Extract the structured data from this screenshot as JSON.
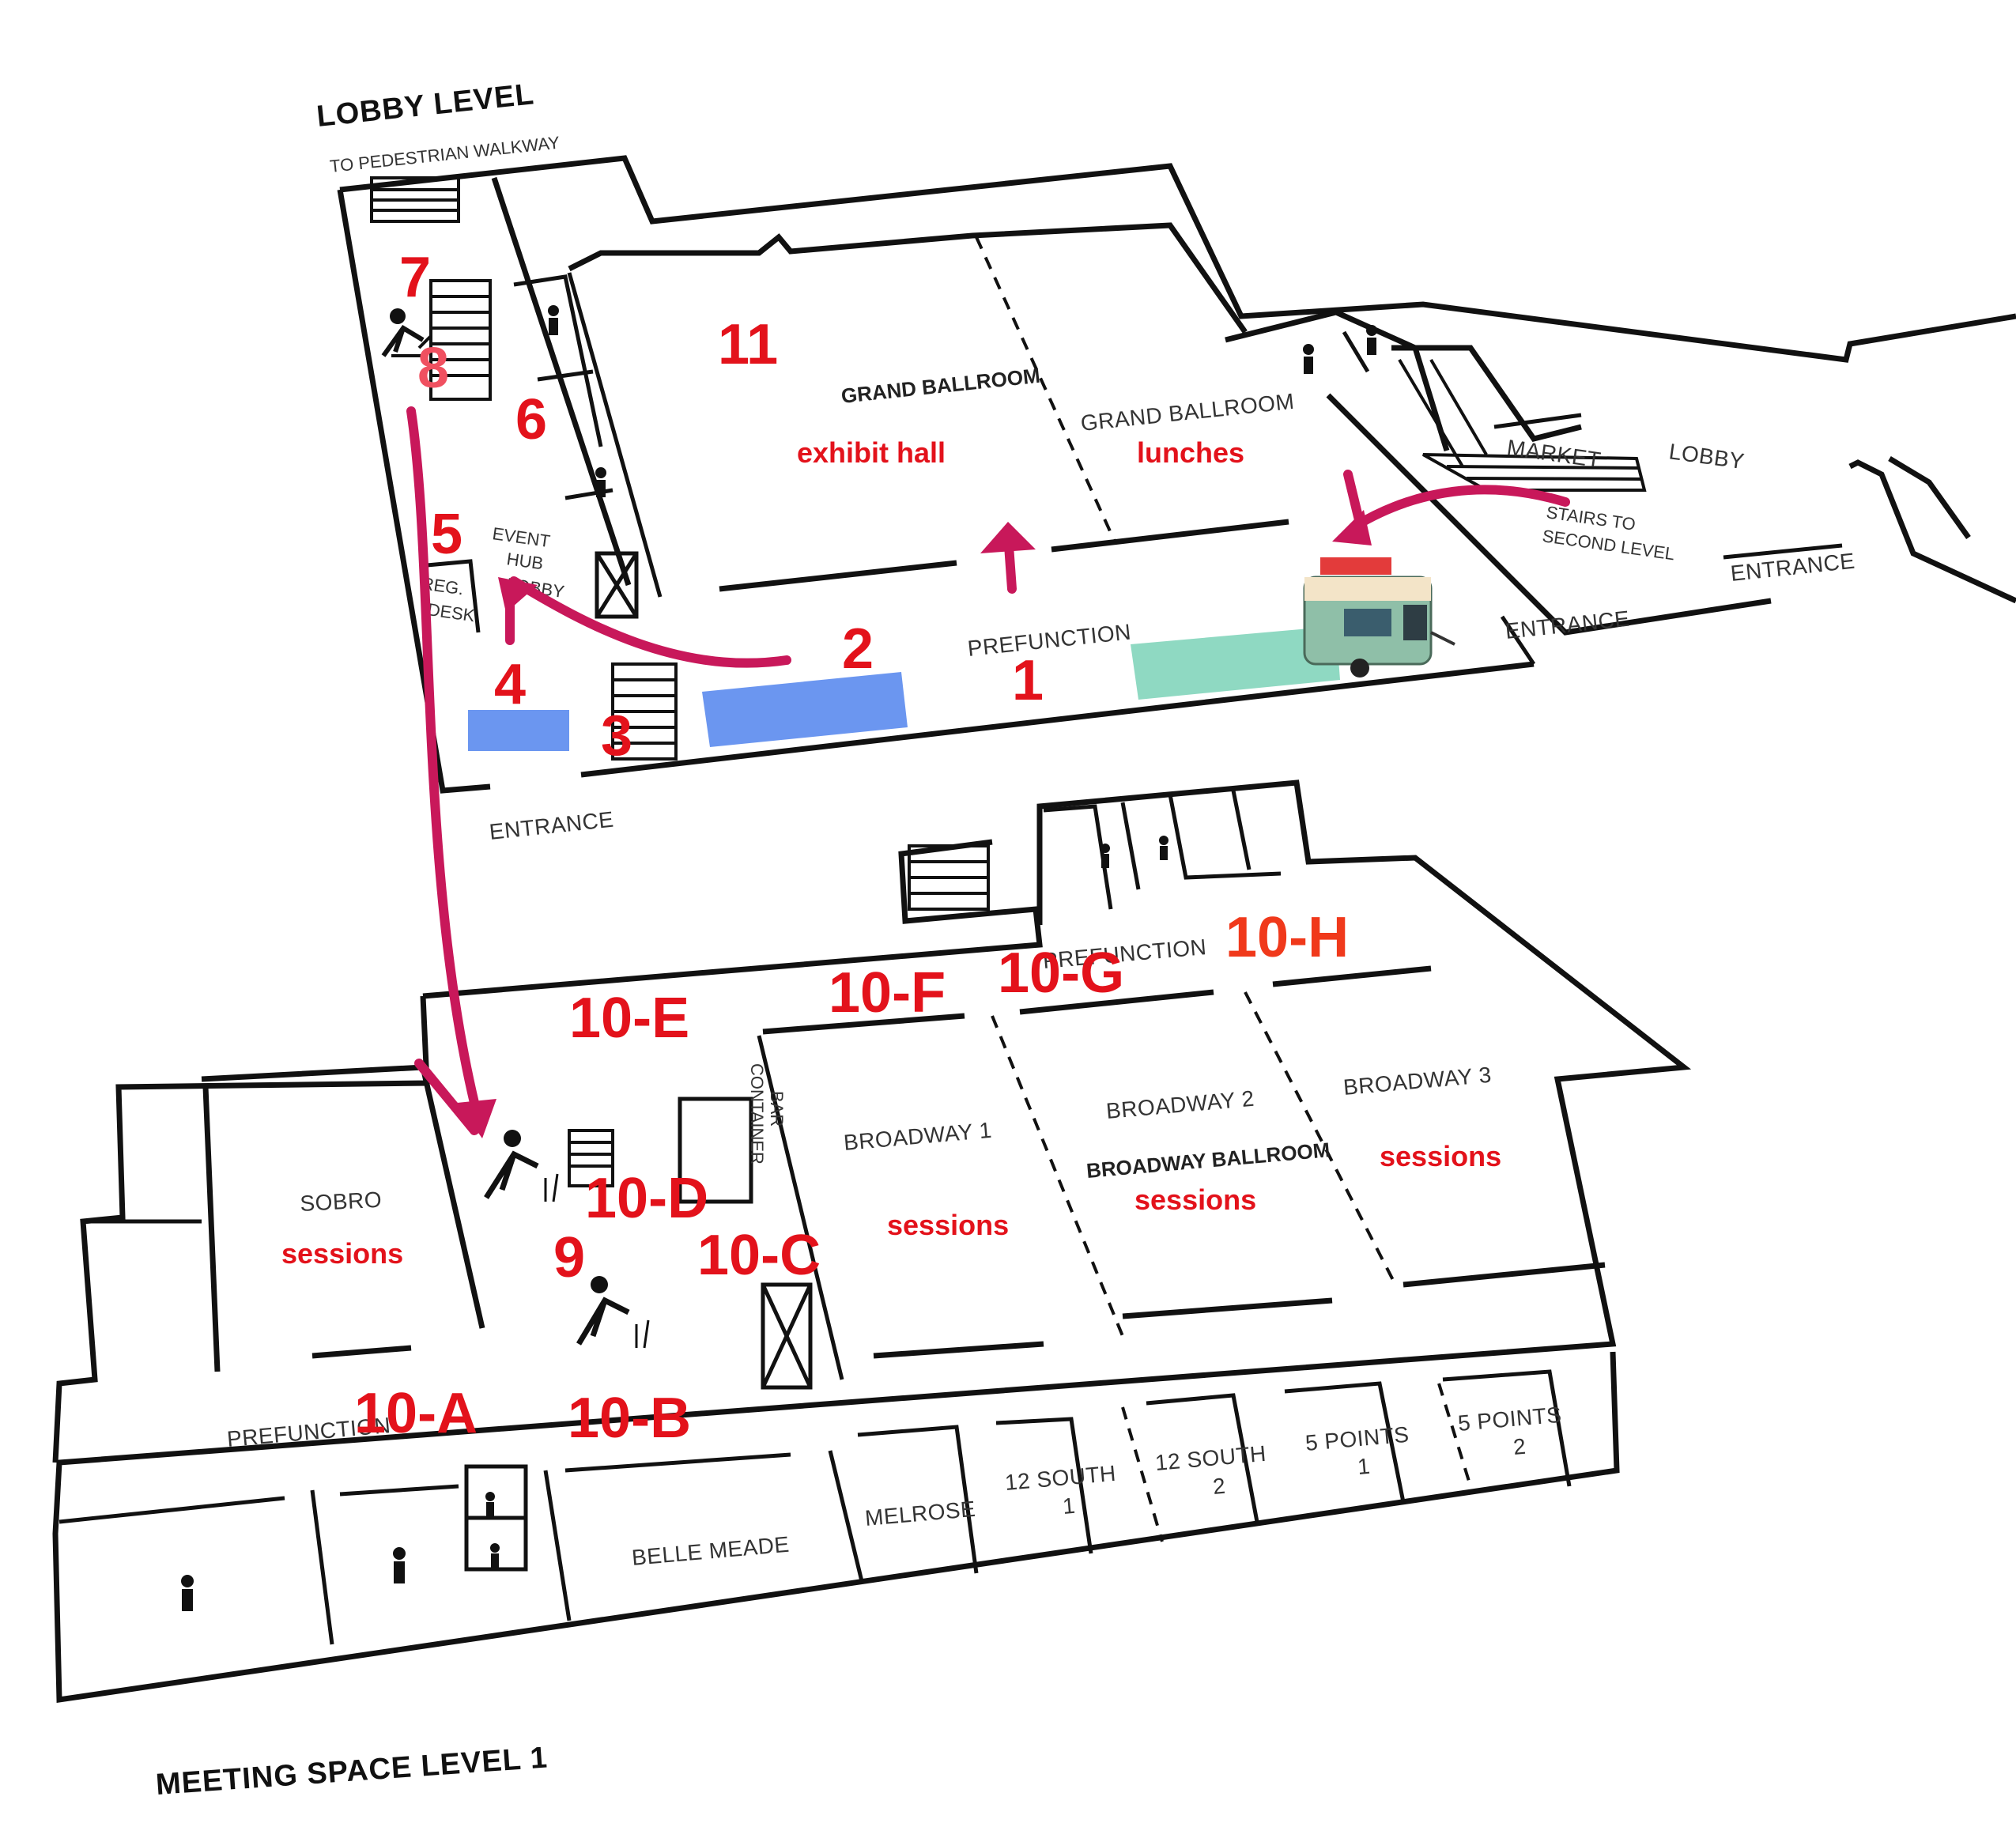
{
  "titles": {
    "lobby_level": "LOBBY LEVEL",
    "meeting_level": "MEETING SPACE LEVEL 1"
  },
  "lobby_rooms": {
    "pedestrian": "TO PEDESTRIAN WALKWAY",
    "grand_ballroom_1": "GRAND BALLROOM",
    "grand_ballroom_2": "GRAND BALLROOM",
    "market": "MARKET",
    "lobby": "LOBBY",
    "stairs_line1": "STAIRS TO",
    "stairs_line2": "SECOND LEVEL",
    "entrance_right": "ENTRANCE",
    "entrance_mid": "ENTRANCE",
    "entrance_left": "ENTRANCE",
    "prefunction": "PREFUNCTION",
    "event_hub_1": "EVENT",
    "event_hub_2": "HUB",
    "event_hub_3": "LOBBY",
    "reg_desk_1": "REG.",
    "reg_desk_2": "DESK"
  },
  "meeting_rooms": {
    "prefunction_top": "PREFUNCTION",
    "container_bar_1": "CONTAINER",
    "container_bar_2": "BAR",
    "broadway_1": "BROADWAY 1",
    "broadway_2": "BROADWAY 2",
    "broadway_3": "BROADWAY 3",
    "broadway_ballroom": "BROADWAY BALLROOM",
    "sobro": "SOBRO",
    "prefunction_left": "PREFUNCTION",
    "belle_meade": "BELLE MEADE",
    "melrose": "MELROSE",
    "south_1_a": "12 SOUTH",
    "south_1_b": "1",
    "south_2_a": "12 SOUTH",
    "south_2_b": "2",
    "points_1_a": "5 POINTS",
    "points_1_b": "1",
    "points_2_a": "5 POINTS",
    "points_2_b": "2"
  },
  "markers": {
    "m1": "1",
    "m2": "2",
    "m3": "3",
    "m4": "4",
    "m5": "5",
    "m6": "6",
    "m7": "7",
    "m8": "8",
    "m9": "9",
    "m11": "11",
    "m10a": "10-A",
    "m10b": "10-B",
    "m10c": "10-C",
    "m10d": "10-D",
    "m10e": "10-E",
    "m10f": "10-F",
    "m10g": "10-G",
    "m10h": "10-H"
  },
  "purposes": {
    "exhibit_hall": "exhibit hall",
    "lunches": "lunches",
    "sobro_sessions": "sessions",
    "broadway1_sessions": "sessions",
    "broadway2_sessions": "sessions",
    "broadway3_sessions": "sessions"
  },
  "colors": {
    "marker_red": "#e3121b",
    "route_magenta": "#c8185a",
    "area_blue": "#6b96f0",
    "area_teal": "#8fd9c2"
  },
  "icons": [
    "escalator-icon",
    "restroom-icon",
    "food-truck-icon",
    "stairs-icon",
    "elevator-icon"
  ]
}
